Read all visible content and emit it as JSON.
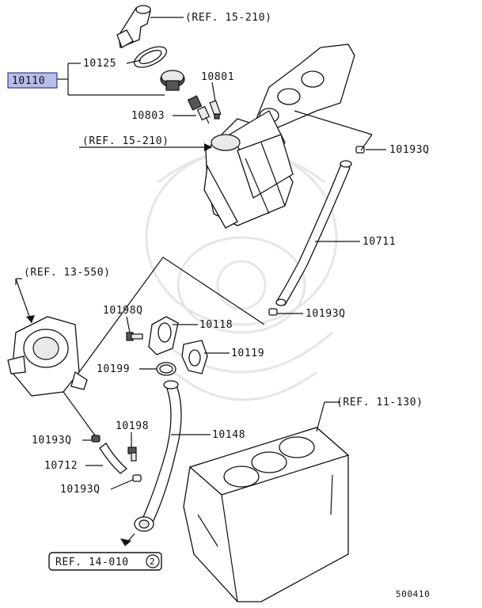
{
  "labels": {
    "ref_15_210_top": "(REF. 15-210)",
    "ref_15_210_mid": "(REF. 15-210)",
    "ref_13_550": "(REF. 13-550)",
    "ref_11_130": "(REF. 11-130)",
    "ref_14_010": "REF. 14-010",
    "ref_14_010_num": "2",
    "p10110": "10110",
    "p10125": "10125",
    "p10801": "10801",
    "p10803": "10803",
    "p10193q_a": "10193Q",
    "p10711": "10711",
    "p10193q_b": "10193Q",
    "p10198q": "10198Q",
    "p10118": "10118",
    "p10119": "10119",
    "p10199": "10199",
    "p10198": "10198",
    "p10148": "10148",
    "p10193q_c": "10193Q",
    "p10712": "10712",
    "p10193q_d": "10193Q",
    "diagram_id": "500410"
  },
  "colors": {
    "highlight_fill": "#b8bde8",
    "highlight_border": "#1a1a6e",
    "ink": "#111111"
  }
}
